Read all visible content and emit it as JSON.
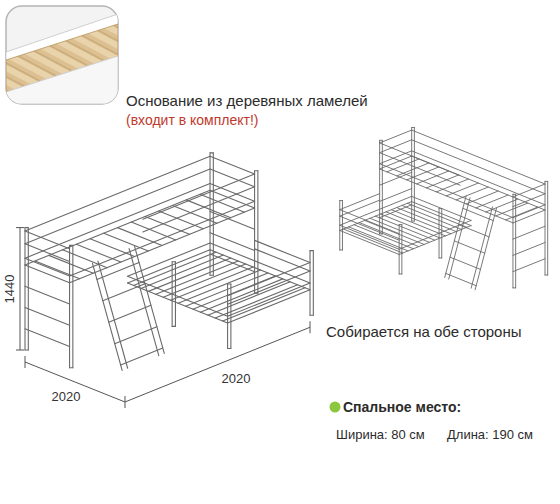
{
  "diagram": {
    "labels": [
      "Основание из деревяных ламелей",
      "(входит в комплект!)",
      "1440",
      "2020",
      "2020",
      "Собирается на обе стороны",
      "Спальное место:",
      "Ширина: 80 см",
      "Длина: 190 см"
    ]
  }
}
